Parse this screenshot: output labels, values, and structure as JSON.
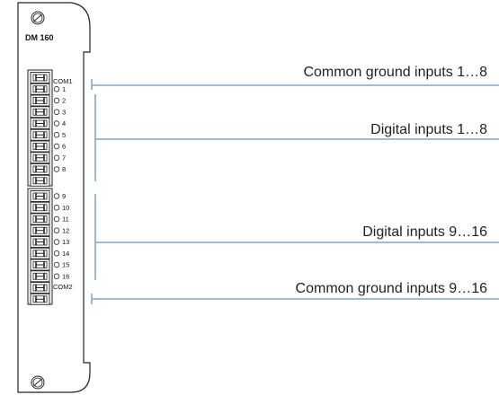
{
  "module": {
    "model": "DM 160"
  },
  "connector1": {
    "com_label": "COM1",
    "pins": [
      "1",
      "2",
      "3",
      "4",
      "5",
      "6",
      "7",
      "8"
    ]
  },
  "connector2": {
    "com_label": "COM2",
    "pins": [
      "9",
      "10",
      "11",
      "12",
      "13",
      "14",
      "15",
      "16"
    ]
  },
  "callouts": {
    "com1": "Common ground inputs 1…8",
    "di1_8": "Digital inputs 1…8",
    "di9_16": "Digital inputs 9…16",
    "com2": "Common ground inputs 9…16"
  },
  "colors": {
    "line": "#8fb2d6",
    "outline": "#222222"
  }
}
